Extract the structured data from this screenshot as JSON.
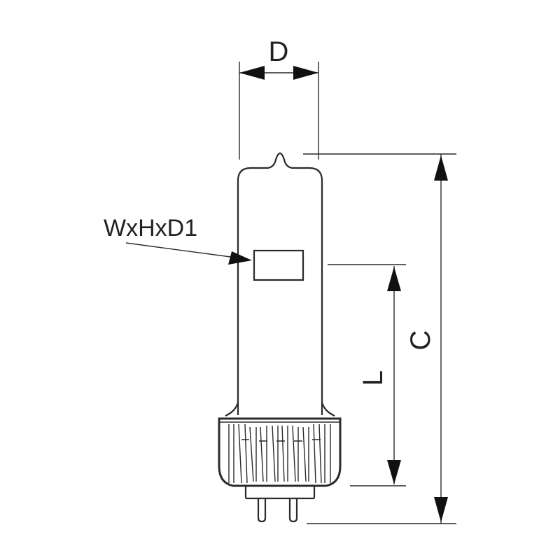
{
  "labels": {
    "diameter": "D",
    "marking": "WxHxD1",
    "overall_length": "C",
    "light_center_length": "L"
  },
  "colors": {
    "line": "#2a2a2a",
    "arrow": "#111111",
    "background": "#ffffff"
  }
}
